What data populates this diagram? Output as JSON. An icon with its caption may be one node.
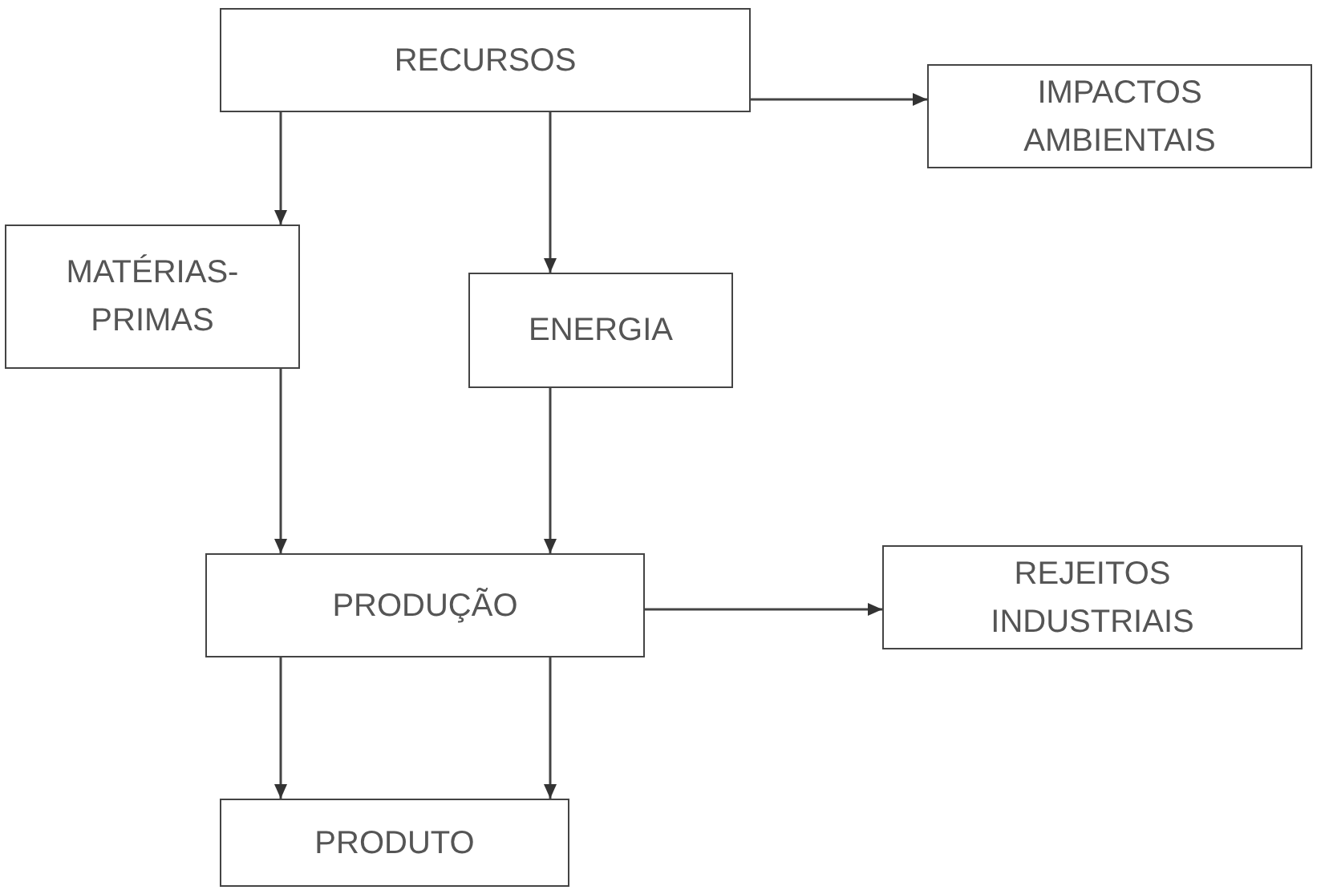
{
  "diagram": {
    "nodes": [
      {
        "text": [
          "RECURSOS"
        ]
      },
      {
        "text": [
          "IMPACTOS AMBIENTAIS"
        ]
      },
      {
        "text": [
          "MATÉRIAS- PRIMAS"
        ]
      },
      {
        "text": [
          "ENERGIA"
        ]
      },
      {
        "text": [
          "PRODUÇÃO"
        ]
      },
      {
        "text": [
          "REJEITOS INDUSTRIAIS"
        ]
      },
      {
        "text": [
          "PRODUTO"
        ]
      }
    ],
    "edges": [
      {
        "from": 0,
        "to": 1,
        "arrow": "to"
      },
      {
        "from": 0,
        "to": 2,
        "arrow": "to"
      },
      {
        "from": 0,
        "to": 3,
        "arrow": "to"
      },
      {
        "from": 2,
        "to": 4,
        "arrow": "to"
      },
      {
        "from": 3,
        "to": 4,
        "arrow": "to"
      },
      {
        "from": 4,
        "to": 5,
        "arrow": "to"
      },
      {
        "from": 4,
        "to": 6,
        "arrow": "to"
      },
      {
        "from": 4,
        "to": 6,
        "arrow": "to"
      }
    ]
  }
}
